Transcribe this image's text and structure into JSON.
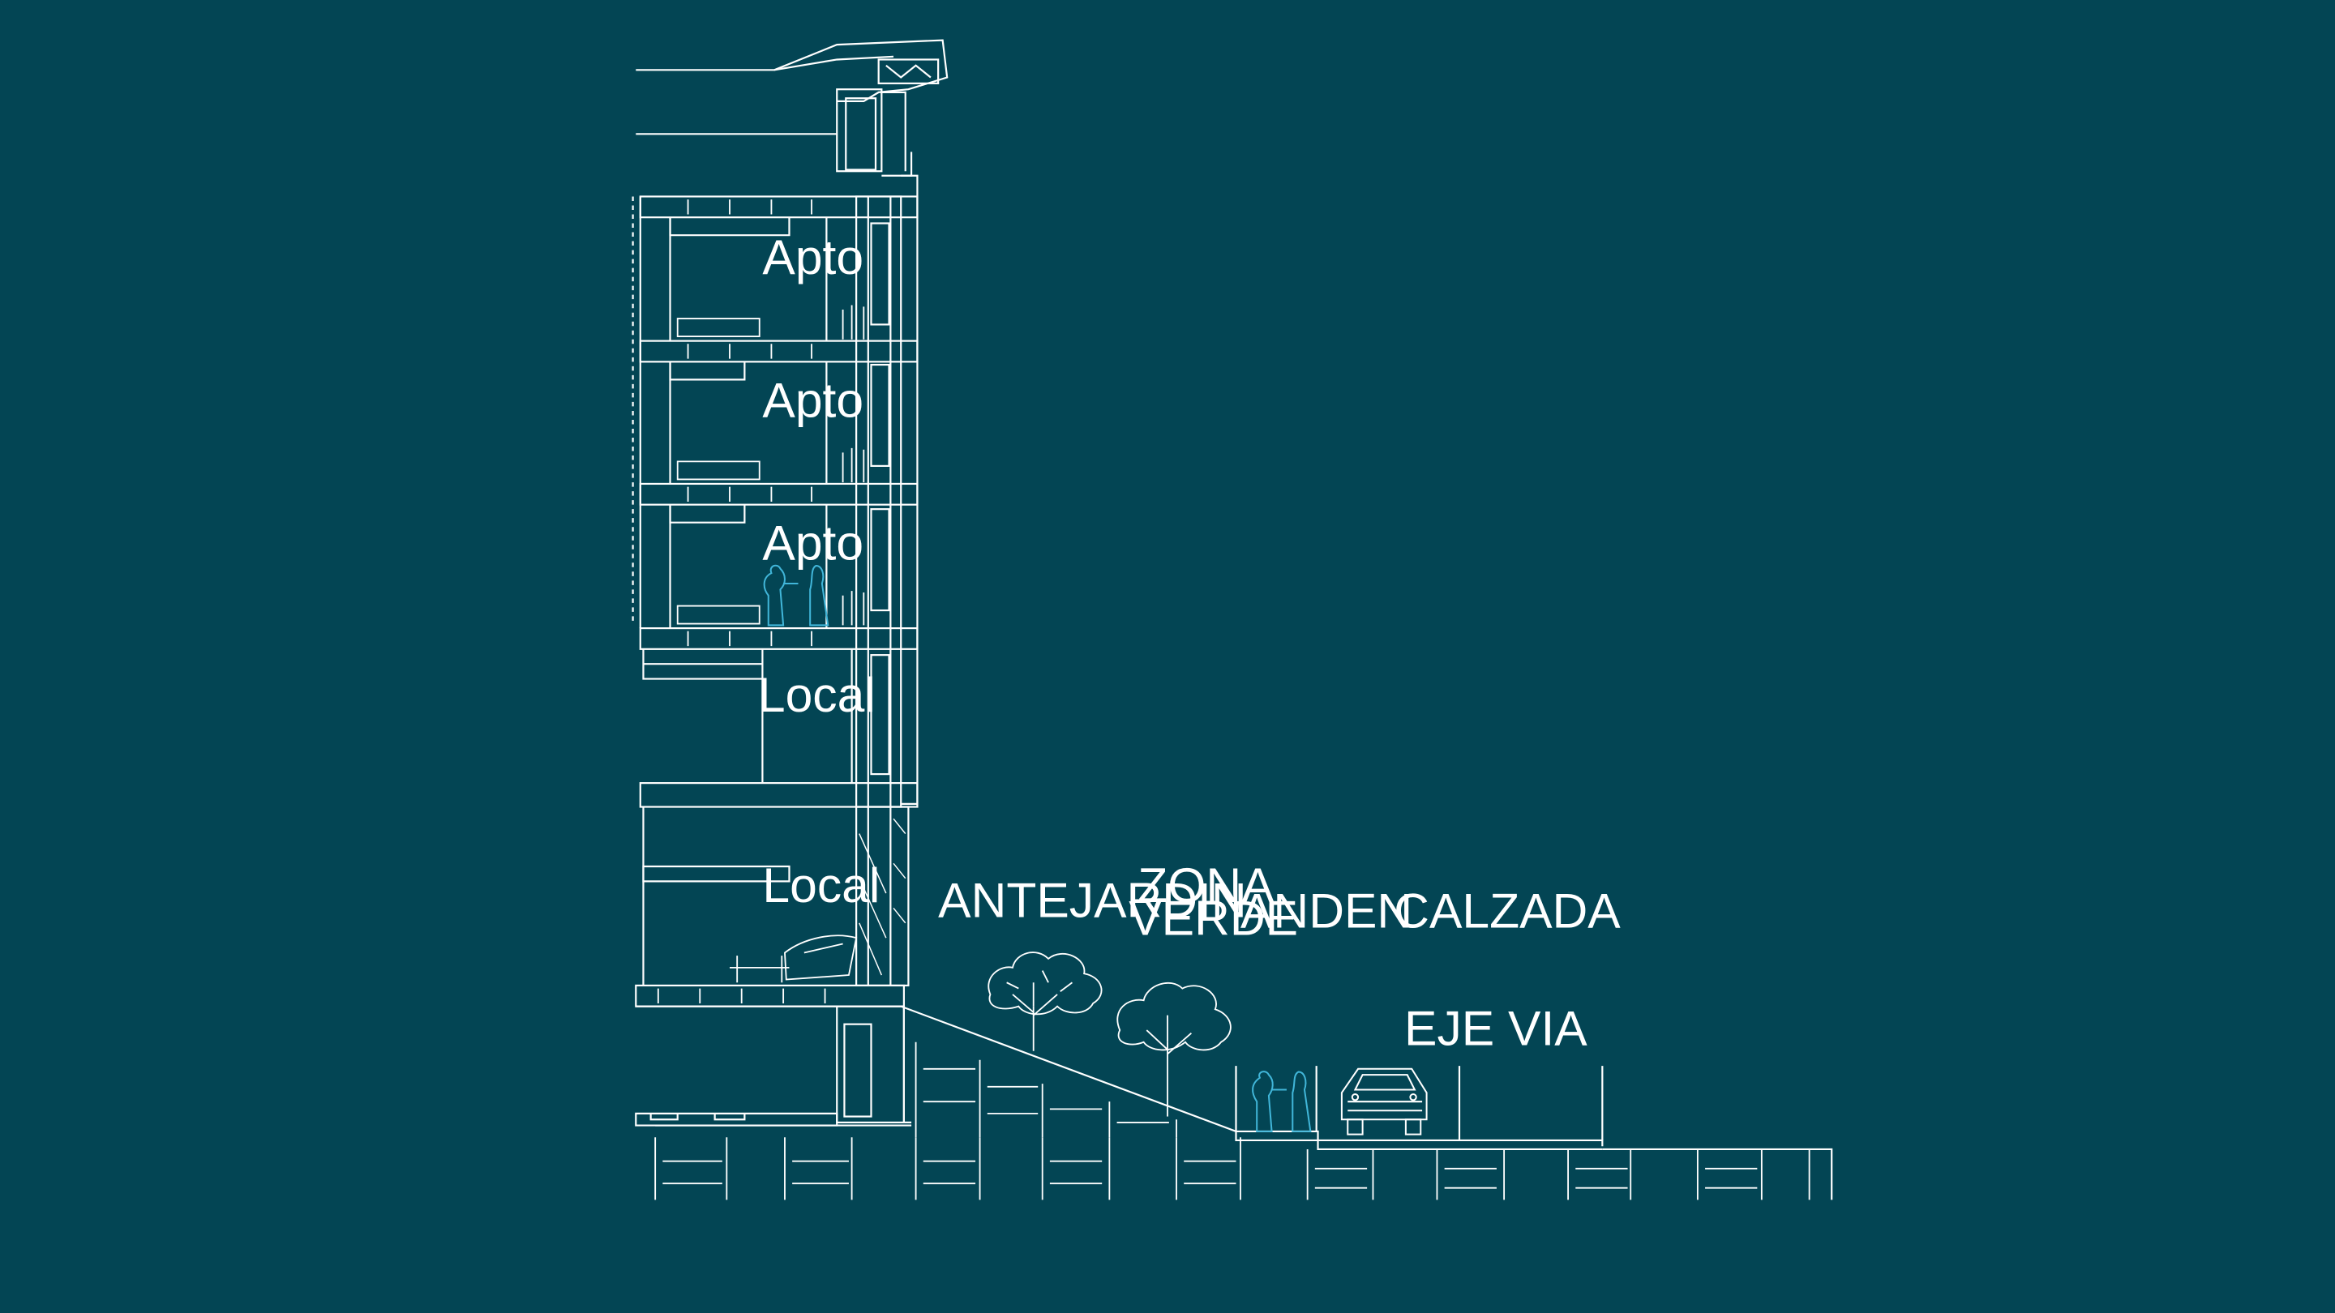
{
  "colors": {
    "background": "#034554",
    "line": "#ffffff",
    "figures": "#41b6d9"
  },
  "floors": [
    {
      "label": "Apto"
    },
    {
      "label": "Apto"
    },
    {
      "label": "Apto"
    },
    {
      "label": "Local"
    },
    {
      "label": "Local"
    }
  ],
  "zones": {
    "antejardin": "ANTEJARDIN",
    "zona_verde_line1": "ZONA",
    "zona_verde_line2": "VERDE",
    "anden": "ANDEN",
    "calzada": "CALZADA",
    "eje_via": "EJE VIA"
  }
}
